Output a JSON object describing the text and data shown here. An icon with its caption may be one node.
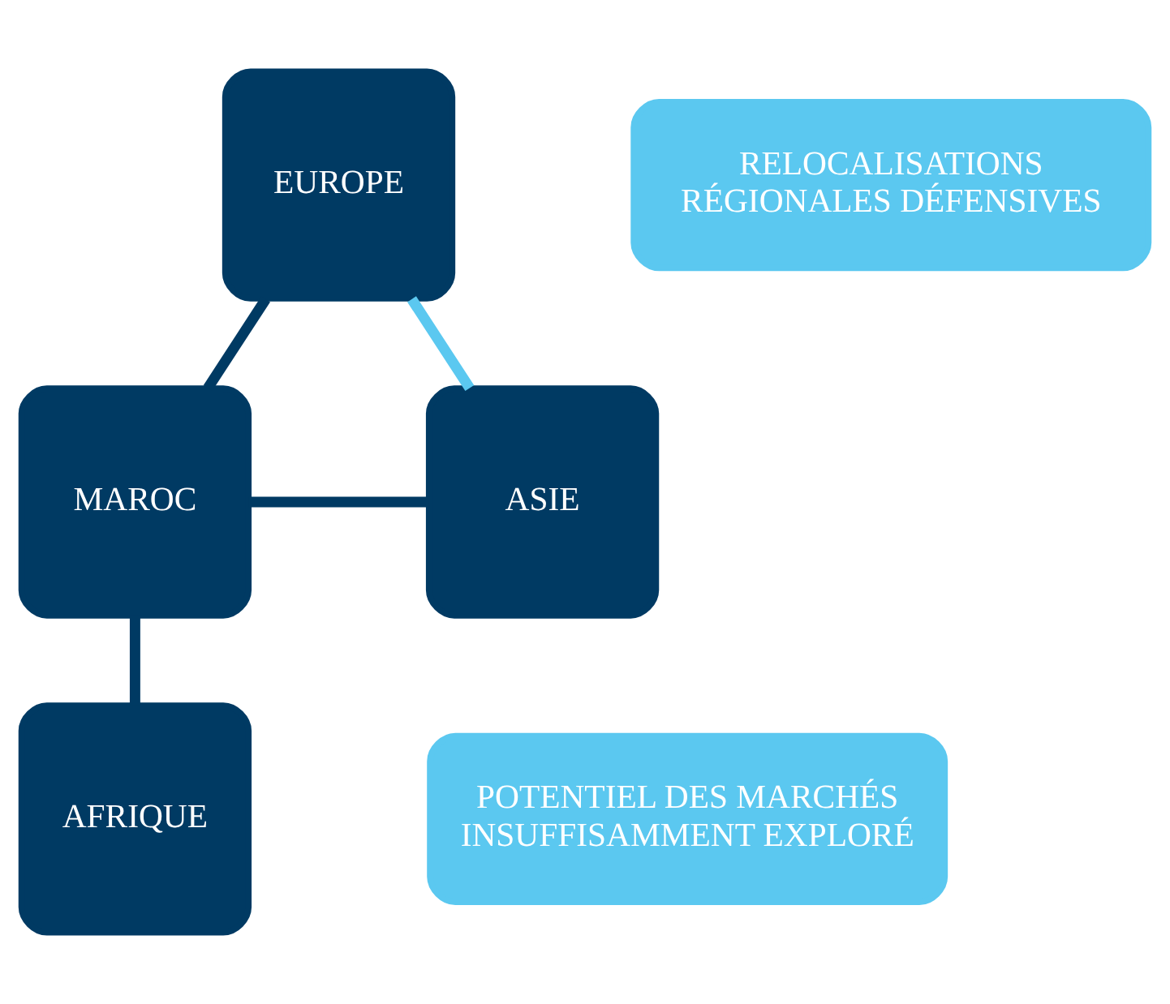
{
  "diagram": {
    "nodes": [
      {
        "text": [
          "EUROPE"
        ]
      },
      {
        "text": [
          "RELOCALISATIONS RÉGIONALES DÉFENSIVES"
        ]
      },
      {
        "text": [
          "MAROC"
        ]
      },
      {
        "text": [
          "ASIE"
        ]
      },
      {
        "text": [
          "AFRIQUE"
        ]
      },
      {
        "text": [
          "POTENTIEL DES MARCHÉS INSUFFISAMMENT EXPLORÉ"
        ]
      }
    ],
    "edges": [
      {
        "from": 0,
        "to": 2,
        "arrow": "none"
      },
      {
        "from": 2,
        "to": 4,
        "arrow": "none"
      },
      {
        "from": 0,
        "to": 3,
        "arrow": "none",
        "color": "#5bc8f0"
      },
      {
        "from": 2,
        "to": 3,
        "arrow": "none"
      }
    ]
  }
}
